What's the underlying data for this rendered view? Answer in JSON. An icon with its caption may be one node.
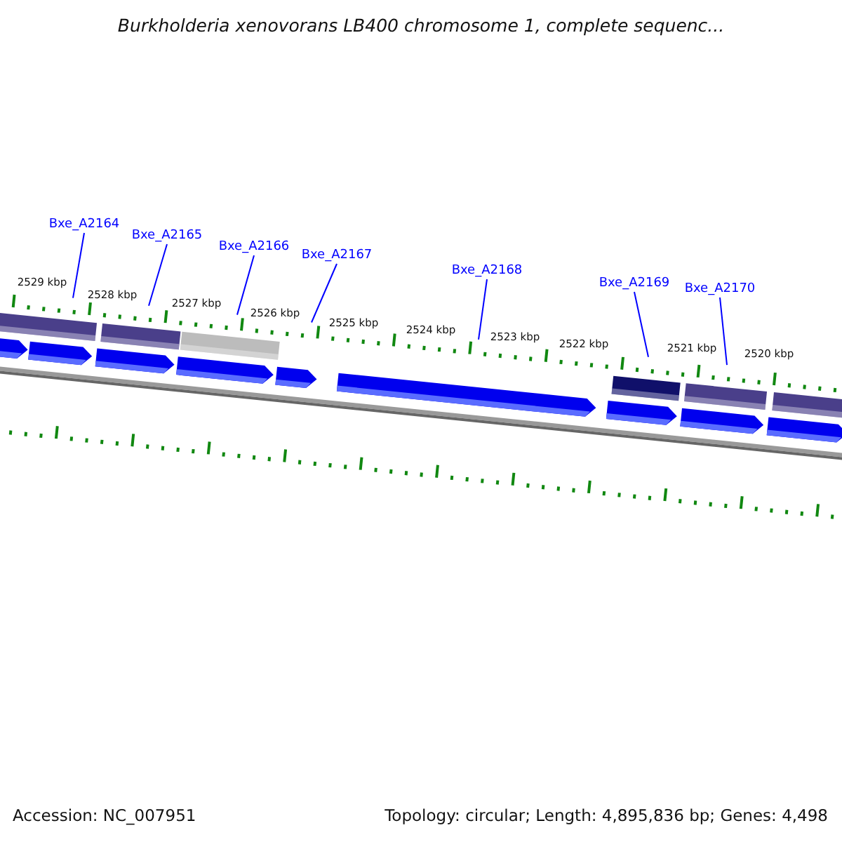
{
  "diagram": {
    "title": "Burkholderia xenovorans LB400 chromosome 1, complete sequenc...",
    "nodes": [
      {
        "text": [
          "Bxe_A2164"
        ]
      },
      {
        "text": [
          "Bxe_A2165"
        ]
      },
      {
        "text": [
          "Bxe_A2166"
        ]
      },
      {
        "text": [
          "Bxe_A2167"
        ]
      },
      {
        "text": [
          "Bxe_A2168"
        ]
      },
      {
        "text": [
          "Bxe_A2169"
        ]
      },
      {
        "text": [
          "Bxe_A2170"
        ]
      }
    ],
    "edges": [
      {
        "from": 0,
        "to": null,
        "arrow": "none"
      },
      {
        "from": 1,
        "to": null,
        "arrow": "none"
      },
      {
        "from": 2,
        "to": null,
        "arrow": "none"
      },
      {
        "from": 3,
        "to": null,
        "arrow": "none"
      },
      {
        "from": 4,
        "to": null,
        "arrow": "none"
      },
      {
        "from": 5,
        "to": null,
        "arrow": "none"
      },
      {
        "from": 6,
        "to": null,
        "arrow": "none"
      }
    ],
    "labels": [
      "2529 kbp",
      "2528 kbp",
      "2527 kbp",
      "2526 kbp",
      "2525 kbp",
      "2524 kbp",
      "2523 kbp",
      "2522 kbp",
      "2521 kbp",
      "2520 kbp",
      "Accession: NC_007951",
      "Topology: circular; Length: 4,895,836 bp; Genes: 4,498"
    ]
  }
}
